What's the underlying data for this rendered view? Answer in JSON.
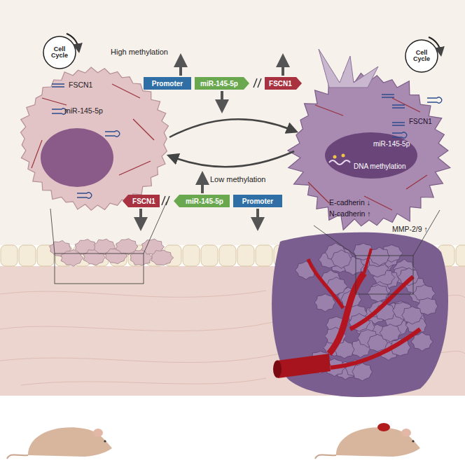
{
  "diagram": {
    "nodes": [
      {
        "text": [
          "Cell Cycle"
        ]
      },
      {
        "text": [
          "Promoter"
        ]
      },
      {
        "text": [
          "miR-145-5p"
        ]
      },
      {
        "text": [
          "FSCN1"
        ]
      },
      {
        "text": [
          "Cell Cycle"
        ]
      },
      {
        "text": [
          "FSCN1"
        ]
      },
      {
        "text": [
          "miR-145-5p"
        ]
      },
      {
        "text": [
          "Promoter"
        ]
      }
    ],
    "labels": [
      "FSCN1",
      "miR-145-5p",
      "High methylation",
      "Low methylation",
      "FSCN1",
      "miR-145-5p",
      "DNA methylation",
      "E-cadherin ↓",
      "N-cadherin ↑",
      "MMP-2/9 ↑"
    ]
  }
}
